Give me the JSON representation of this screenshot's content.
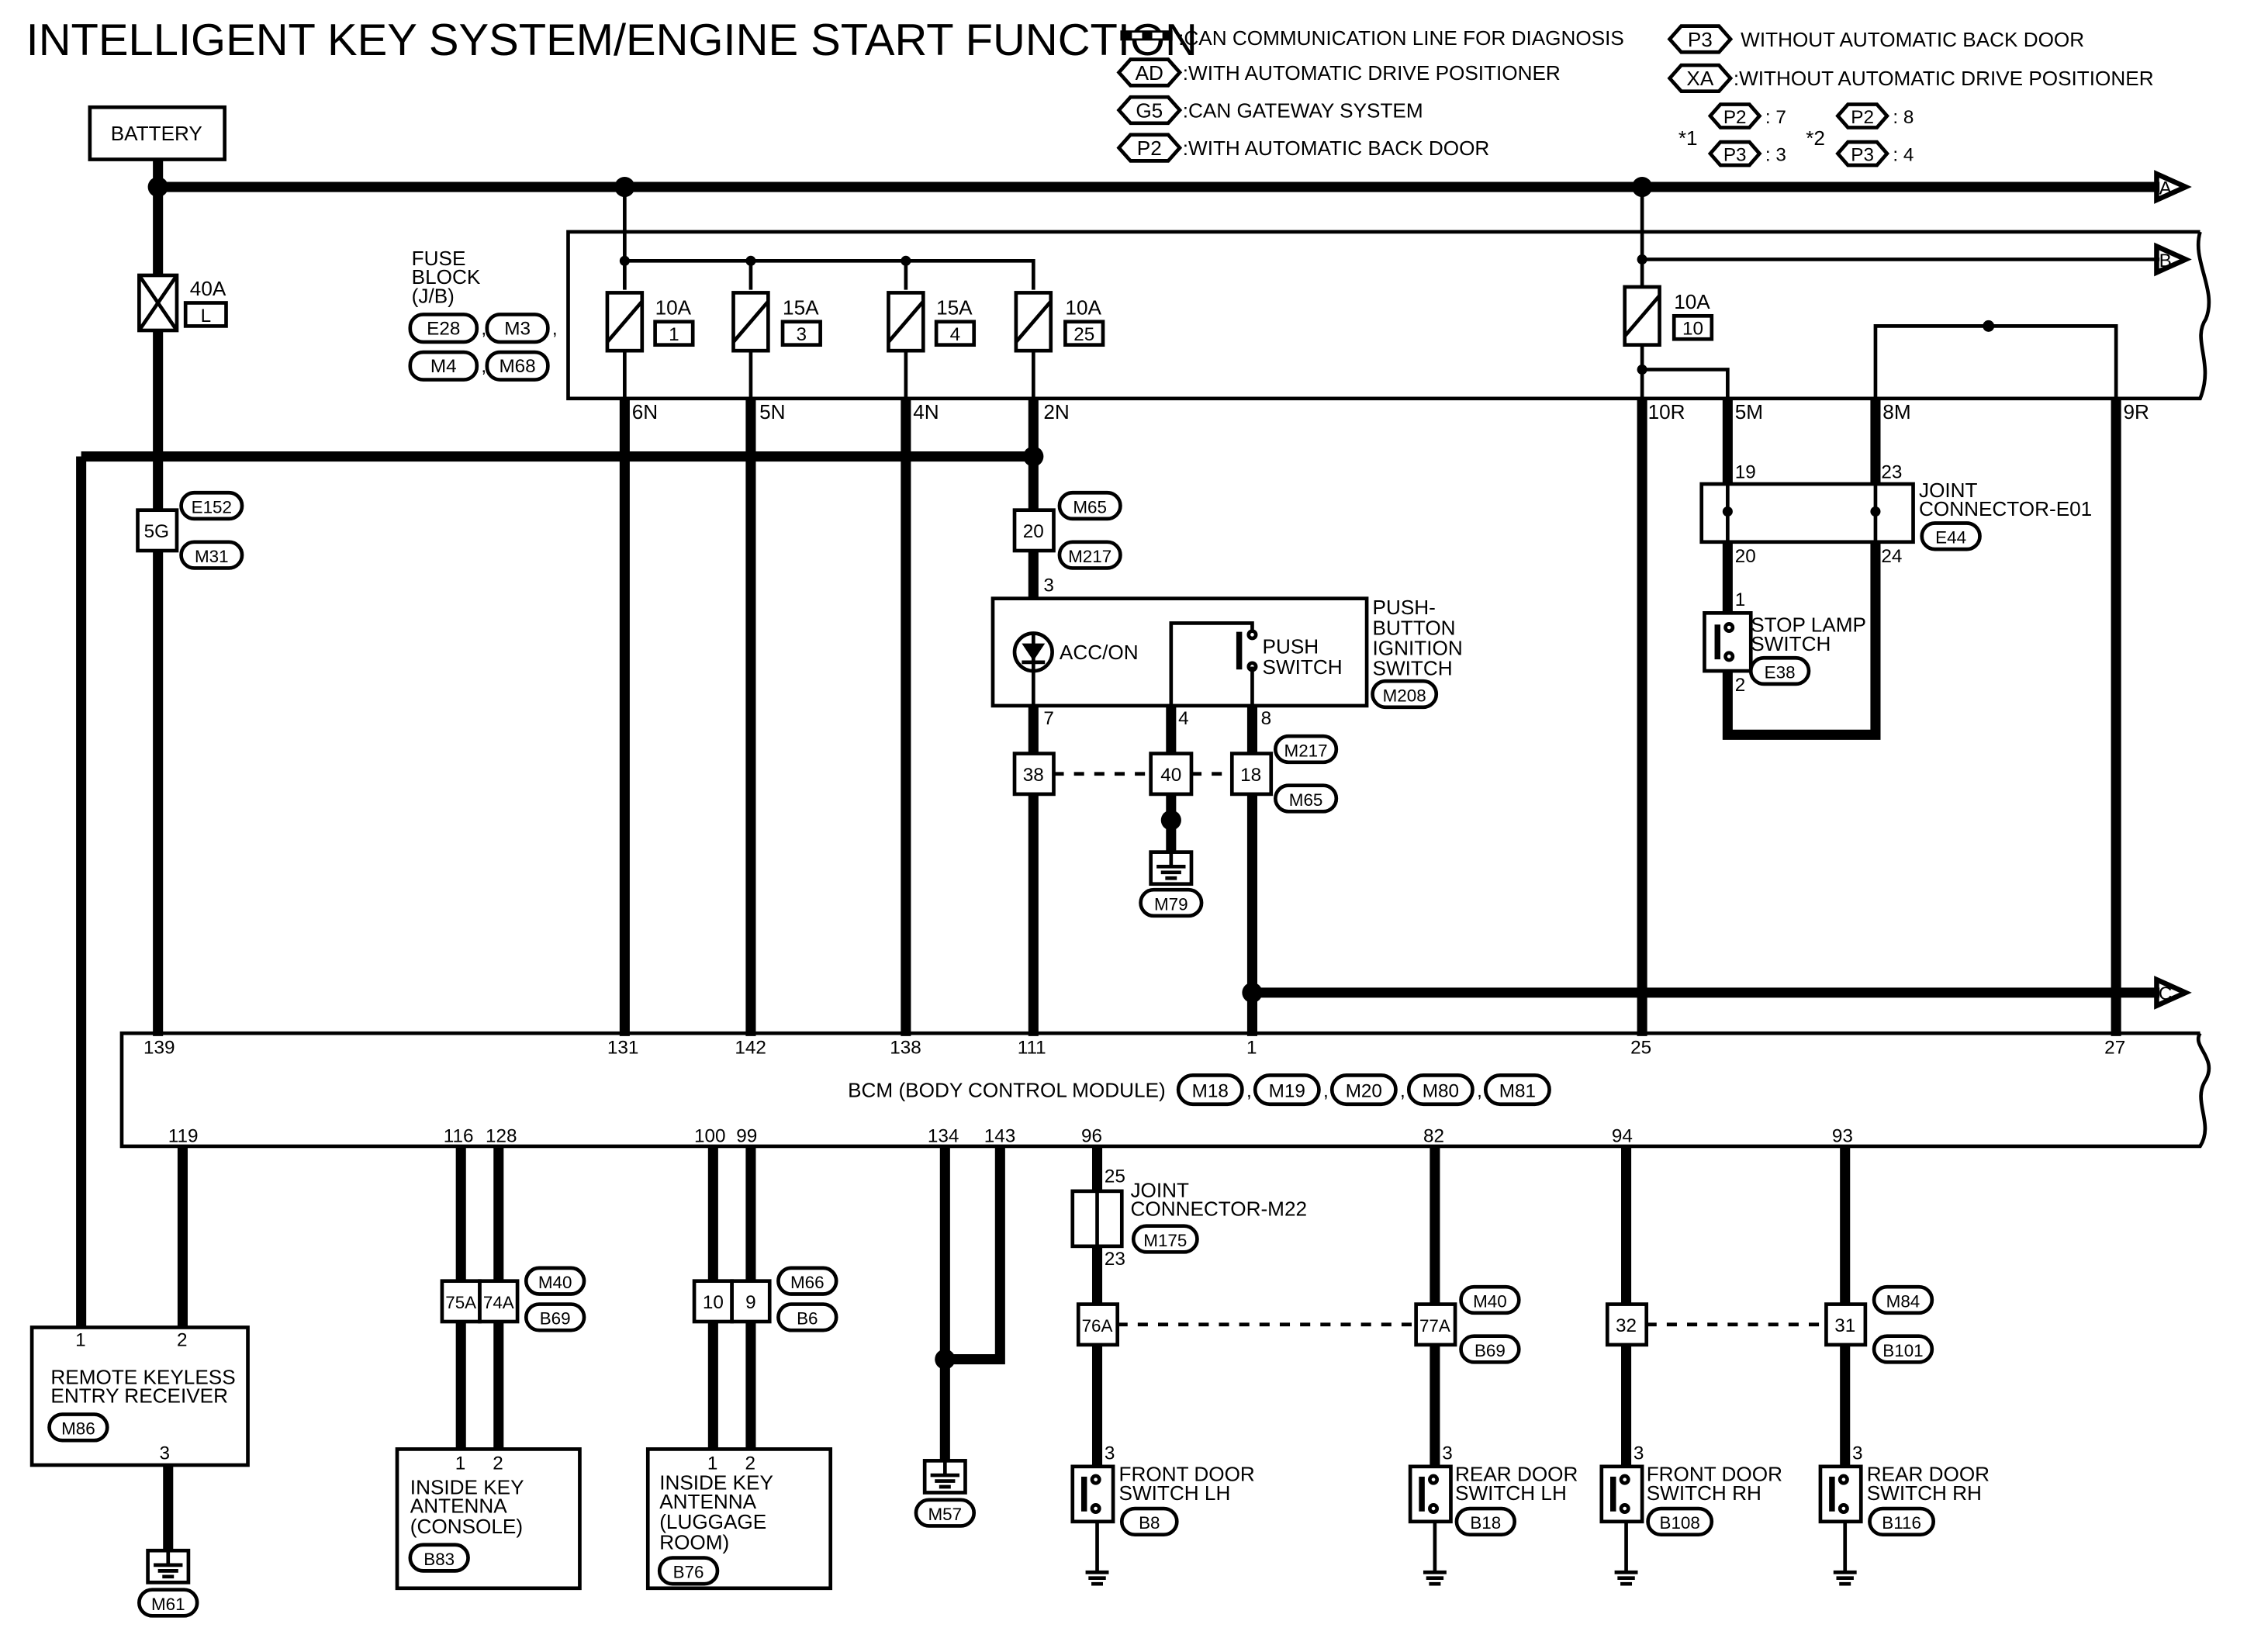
{
  "title": "INTELLIGENT KEY SYSTEM/ENGINE START FUNCTION",
  "legend": {
    "can_line": ":CAN COMMUNICATION LINE FOR DIAGNOSIS",
    "ad_tag": "AD",
    "ad_text": ":WITH AUTOMATIC DRIVE POSITIONER",
    "g5_tag": "G5",
    "g5_text": ":CAN GATEWAY SYSTEM",
    "p2_tag": "P2",
    "p2_text": ":WITH AUTOMATIC BACK DOOR",
    "p3_tag": "P3",
    "p3_text": "WITHOUT AUTOMATIC BACK DOOR",
    "xa_tag": "XA",
    "xa_text": ":WITHOUT AUTOMATIC DRIVE POSITIONER",
    "note1_mark": "*1",
    "note1_a_tag": "P2",
    "note1_a_val": ": 7",
    "note1_b_tag": "P3",
    "note1_b_val": ": 3",
    "note2_mark": "*2",
    "note2_a_tag": "P2",
    "note2_a_val": ": 8",
    "note2_b_tag": "P3",
    "note2_b_val": ": 4"
  },
  "battery": "BATTERY",
  "fusible_link": {
    "rating": "40A",
    "code": "L"
  },
  "fuse_block": {
    "label": [
      "FUSE",
      "BLOCK",
      "(J/B)"
    ],
    "connectors": [
      "E28",
      "M3",
      "M4",
      "M68"
    ],
    "fuses": [
      {
        "rating": "10A",
        "num": "1",
        "term": "6N"
      },
      {
        "rating": "15A",
        "num": "3",
        "term": "5N"
      },
      {
        "rating": "15A",
        "num": "4",
        "term": "4N"
      },
      {
        "rating": "10A",
        "num": "25",
        "term": "2N"
      },
      {
        "rating": "10A",
        "num": "10",
        "term": "10R"
      }
    ],
    "terms_right": [
      "5M",
      "8M",
      "9R"
    ]
  },
  "offpage": [
    "A",
    "B",
    "C"
  ],
  "conn_5g": {
    "pin": "5G",
    "c1": "E152",
    "c2": "M31"
  },
  "conn_20": {
    "pin": "20",
    "c1": "M65",
    "c2": "M217"
  },
  "push_switch": {
    "label": [
      "PUSH-",
      "BUTTON",
      "IGNITION",
      "SWITCH"
    ],
    "conn": "M208",
    "acc": "ACC/ON",
    "sw": [
      "PUSH",
      "SWITCH"
    ],
    "pins": [
      "3",
      "7",
      "4",
      "8"
    ]
  },
  "conn_row": {
    "p1": "38",
    "p2": "40",
    "p3": "18",
    "c1": "M217",
    "c2": "M65"
  },
  "ground_m79": "M79",
  "joint_e01": {
    "label": [
      "JOINT",
      "CONNECTOR-E01"
    ],
    "conn": "E44",
    "pins": [
      "19",
      "23",
      "20",
      "24"
    ]
  },
  "stop_lamp": {
    "label": [
      "STOP LAMP",
      "SWITCH"
    ],
    "conn": "E38",
    "pins": [
      "1",
      "2"
    ]
  },
  "bcm": {
    "label": "BCM (BODY CONTROL MODULE)",
    "connectors": [
      "M18",
      "M19",
      "M20",
      "M80",
      "M81"
    ],
    "top_pins": [
      "139",
      "131",
      "142",
      "138",
      "111",
      "1",
      "25",
      "27"
    ],
    "bottom_pins": [
      "119",
      "116",
      "128",
      "100",
      "99",
      "134",
      "143",
      "96",
      "82",
      "94",
      "93"
    ]
  },
  "rke": {
    "label": [
      "REMOTE KEYLESS",
      "ENTRY RECEIVER"
    ],
    "conn": "M86",
    "pins": [
      "1",
      "2",
      "3"
    ],
    "ground": "M61"
  },
  "ant_console": {
    "label": [
      "INSIDE KEY",
      "ANTENNA",
      "(CONSOLE)"
    ],
    "conn": "B83",
    "pins": [
      "1",
      "2"
    ],
    "p1": "75A",
    "p2": "74A",
    "c1": "M40",
    "c2": "B69"
  },
  "ant_lugg": {
    "label": [
      "INSIDE KEY",
      "ANTENNA",
      "(LUGGAGE",
      "ROOM)"
    ],
    "conn": "B76",
    "pins": [
      "1",
      "2"
    ],
    "p1": "10",
    "p2": "9",
    "c1": "M66",
    "c2": "B6"
  },
  "ground_m57": "M57",
  "joint_m22": {
    "label": [
      "JOINT",
      "CONNECTOR-M22"
    ],
    "conn": "M175",
    "pins": [
      "25",
      "23"
    ]
  },
  "door_row1": {
    "p1": "76A",
    "p2": "77A",
    "c1": "M40",
    "c2": "B69"
  },
  "door_row2": {
    "p1": "32",
    "p2": "31",
    "c1": "M84",
    "c2": "B101"
  },
  "doors": [
    {
      "label": [
        "FRONT DOOR",
        "SWITCH LH"
      ],
      "conn": "B8",
      "pin": "3"
    },
    {
      "label": [
        "REAR DOOR",
        "SWITCH LH"
      ],
      "conn": "B18",
      "pin": "3"
    },
    {
      "label": [
        "FRONT DOOR",
        "SWITCH RH"
      ],
      "conn": "B108",
      "pin": "3"
    },
    {
      "label": [
        "REAR DOOR",
        "SWITCH RH"
      ],
      "conn": "B116",
      "pin": "3"
    }
  ]
}
